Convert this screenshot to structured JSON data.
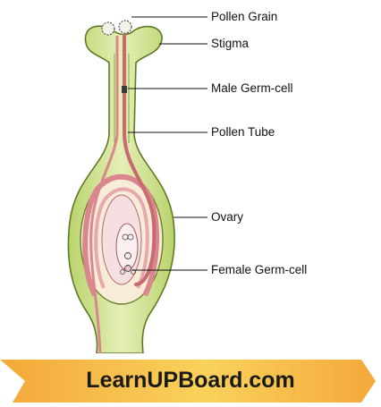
{
  "labels": {
    "pollen_grain": "Pollen Grain",
    "stigma": "Stigma",
    "male_germ_cell": "Male Germ-cell",
    "pollen_tube": "Pollen Tube",
    "ovary": "Ovary",
    "female_germ_cell": "Female Germ-cell"
  },
  "banner": {
    "text": "LearnUPBoard.com"
  },
  "colors": {
    "pistil_green": "#d2e59b",
    "pistil_outline": "#5e7a24",
    "pollen_tube_pink": "#d9878c",
    "ovule_pink": "#f6dfe0",
    "banner_orange": "#f4a83a",
    "banner_yellow": "#f9d25a"
  }
}
